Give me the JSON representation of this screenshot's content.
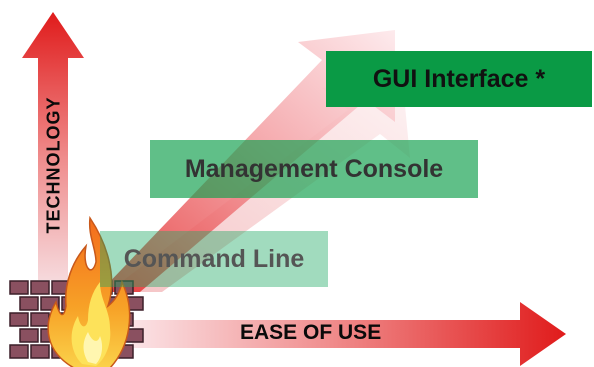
{
  "diagram": {
    "title": "",
    "axes": {
      "vertical_label": "TECHNOLOGY",
      "horizontal_label": "EASE OF USE"
    },
    "interfaces": [
      {
        "label": "Command Line",
        "level": 1
      },
      {
        "label": "Management Console",
        "level": 2
      },
      {
        "label": "GUI Interface *",
        "level": 3
      }
    ],
    "icons": [
      "firewall-brick-wall-icon",
      "flame-icon"
    ],
    "colors": {
      "arrow_red": "#e02222",
      "box_green": "#0a9a45",
      "brick": "#8a5060",
      "flame_orange": "#f58a1e",
      "flame_yellow": "#ffe44a"
    }
  }
}
